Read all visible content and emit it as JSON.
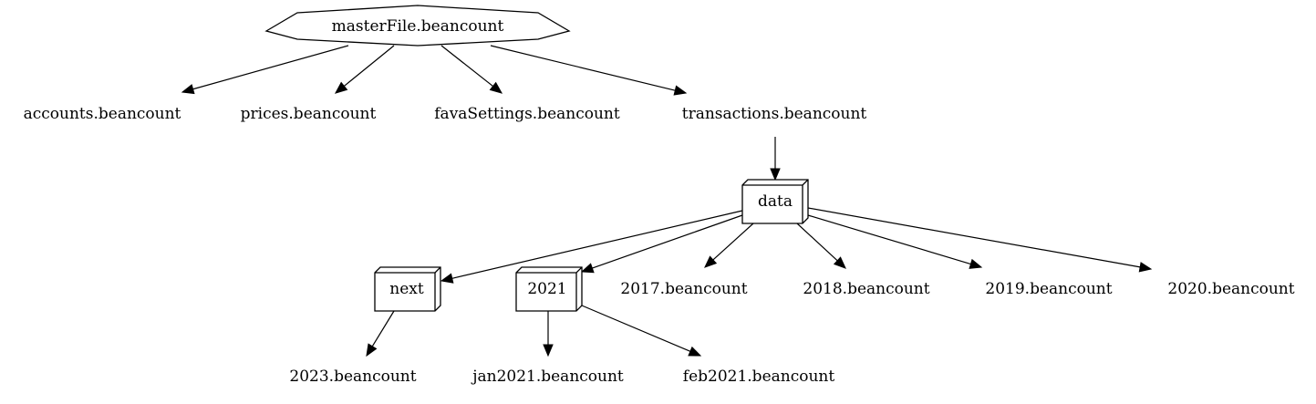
{
  "diagram": {
    "nodes": {
      "master": "masterFile.beancount",
      "accounts": "accounts.beancount",
      "prices": "prices.beancount",
      "fava": "favaSettings.beancount",
      "transactions": "transactions.beancount",
      "data": "data",
      "next": "next",
      "y2021": "2021",
      "y2017": "2017.beancount",
      "y2018": "2018.beancount",
      "y2019": "2019.beancount",
      "y2020": "2020.beancount",
      "y2023": "2023.beancount",
      "jan2021": "jan2021.beancount",
      "feb2021": "feb2021.beancount"
    },
    "edges": [
      [
        "master",
        "accounts"
      ],
      [
        "master",
        "prices"
      ],
      [
        "master",
        "fava"
      ],
      [
        "master",
        "transactions"
      ],
      [
        "transactions",
        "data"
      ],
      [
        "data",
        "next"
      ],
      [
        "data",
        "y2021"
      ],
      [
        "data",
        "y2017"
      ],
      [
        "data",
        "y2018"
      ],
      [
        "data",
        "y2019"
      ],
      [
        "data",
        "y2020"
      ],
      [
        "next",
        "y2023"
      ],
      [
        "y2021",
        "jan2021"
      ],
      [
        "y2021",
        "feb2021"
      ]
    ]
  }
}
